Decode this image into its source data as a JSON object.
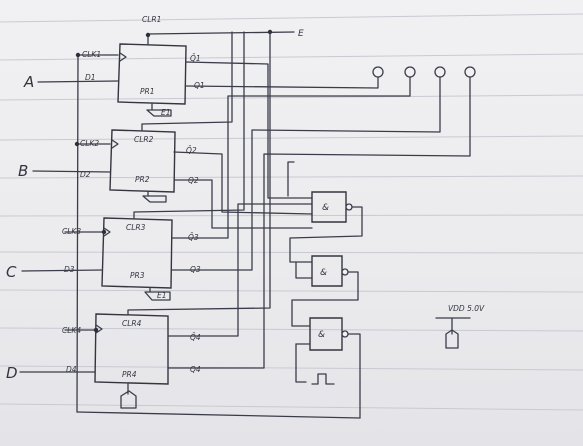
{
  "inputs": {
    "A": "A",
    "B": "B",
    "C": "C",
    "D": "D",
    "E": "E"
  },
  "flip_flops": [
    {
      "clk": "CLK1",
      "d": "D1",
      "clr": "CLR1",
      "pr": "PR1",
      "qbar": "Q̄1",
      "q": "Q1"
    },
    {
      "clk": "CLK2",
      "d": "D2",
      "clr": "CLR2",
      "pr": "PR2",
      "qbar": "Q̄2",
      "q": "Q2"
    },
    {
      "clk": "CLK3",
      "d": "D3",
      "clr": "CLR3",
      "pr": "PR3",
      "qbar": "Q̄3",
      "q": "Q3"
    },
    {
      "clk": "CLK4",
      "d": "D4",
      "clr": "CLR4",
      "pr": "PR4",
      "qbar": "Q̄4",
      "q": "Q4"
    }
  ],
  "gates": [
    "&",
    "&",
    "&"
  ],
  "supply": {
    "label": "VDD 5.0V"
  }
}
